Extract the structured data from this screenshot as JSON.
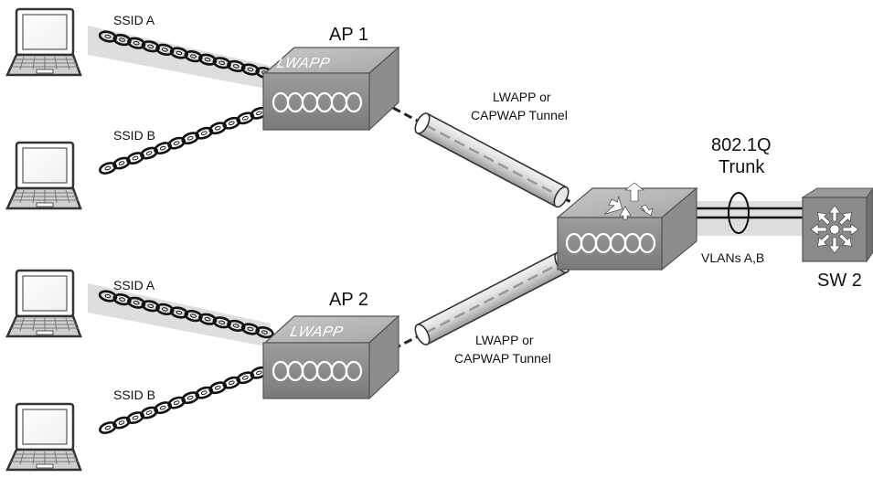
{
  "labels": {
    "ssid_a_top": "SSID A",
    "ssid_b_top": "SSID B",
    "ssid_a_bottom": "SSID A",
    "ssid_b_bottom": "SSID B",
    "ap1": "AP 1",
    "ap2": "AP 2",
    "ap1_badge": "LWAPP",
    "ap2_badge": "LWAPP",
    "tunnel_top_line1": "LWAPP or",
    "tunnel_top_line2": "CAPWAP Tunnel",
    "tunnel_bottom_line1": "LWAPP or",
    "tunnel_bottom_line2": "CAPWAP Tunnel",
    "trunk_line1": "802.1Q",
    "trunk_line2": "Trunk",
    "vlans": "VLANs A,B",
    "sw2": "SW 2"
  },
  "icons": {
    "laptop": "laptop-icon",
    "access_point": "access-point-icon",
    "controller": "wireless-lan-controller-icon",
    "switch": "multilayer-switch-icon"
  }
}
